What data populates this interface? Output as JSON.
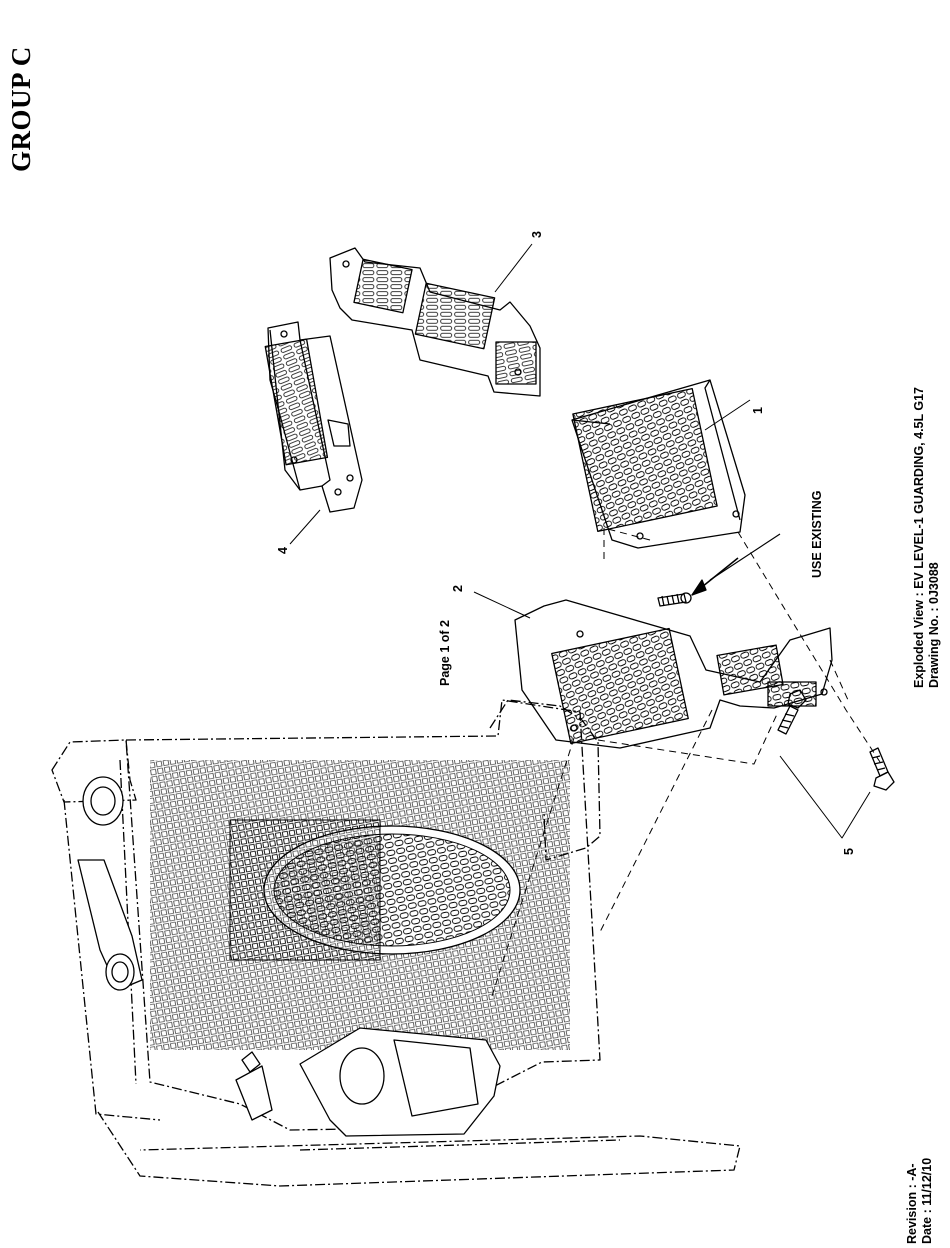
{
  "header": {
    "group": "GROUP C"
  },
  "title_block": {
    "line1": "Exploded View : EV LEVEL-1 GUARDING, 4.5L G17",
    "line2": "Drawing No. : 0J3088"
  },
  "footer": {
    "revision": "Revision : -A-",
    "date": "Date : 11/12/10",
    "page": "Page 1 of 2"
  },
  "annotation": {
    "note": "USE EXISTING"
  },
  "callouts": [
    "1",
    "2",
    "3",
    "4",
    "5"
  ]
}
